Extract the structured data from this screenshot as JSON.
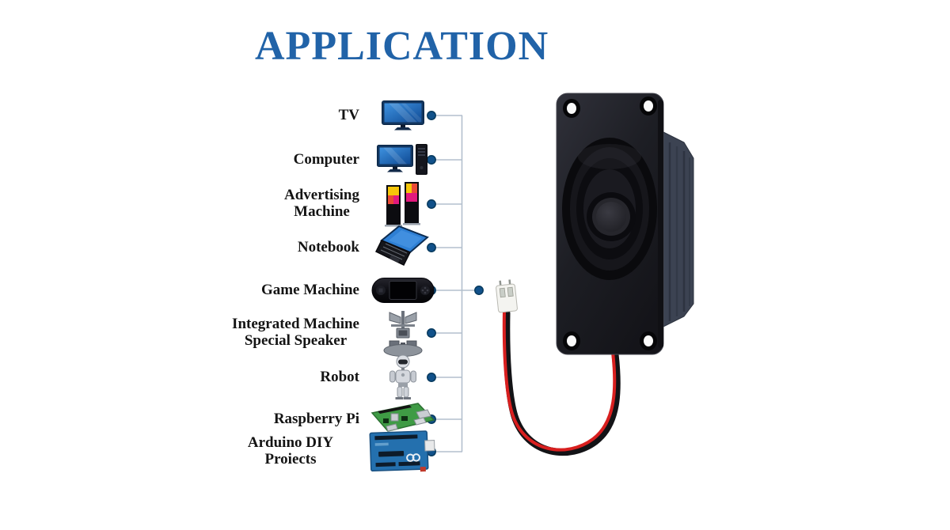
{
  "title": "APPLICATION",
  "colors": {
    "title_blue": "#2163a8",
    "connector_line": "#b3bfcd",
    "connector_dot": "#0e4e7d",
    "wire_red": "#d81f1f",
    "wire_black": "#131316",
    "speaker_body": "#1d1e24",
    "enclosure_slate": "#3c4352",
    "screen_blue": "#2e7fd4",
    "kiosk_yellow": "#f6c60a",
    "kiosk_red": "#ea4a36",
    "kiosk_magenta": "#e3197d",
    "pi_green": "#3f9b45",
    "arduino_blue": "#2470ae"
  },
  "applications": [
    {
      "label": "TV",
      "icon": "tv-icon"
    },
    {
      "label": "Computer",
      "icon": "computer-icon"
    },
    {
      "label": "Advertising\nMachine",
      "icon": "advertising-machine-icon"
    },
    {
      "label": "Notebook",
      "icon": "notebook-icon"
    },
    {
      "label": "Game Machine",
      "icon": "game-machine-icon"
    },
    {
      "label": "Integrated Machine\nSpecial Speaker",
      "icon": "integrated-machine-icon"
    },
    {
      "label": "Robot",
      "icon": "robot-icon"
    },
    {
      "label": "Raspberry Pi",
      "icon": "raspberry-pi-icon"
    },
    {
      "label": "Arduino DIY Proiects",
      "icon": "arduino-icon"
    }
  ],
  "product": {
    "image": "passive-speaker-photo",
    "wire": "red-black-wire-pair",
    "connector": "white-jst-connector"
  }
}
